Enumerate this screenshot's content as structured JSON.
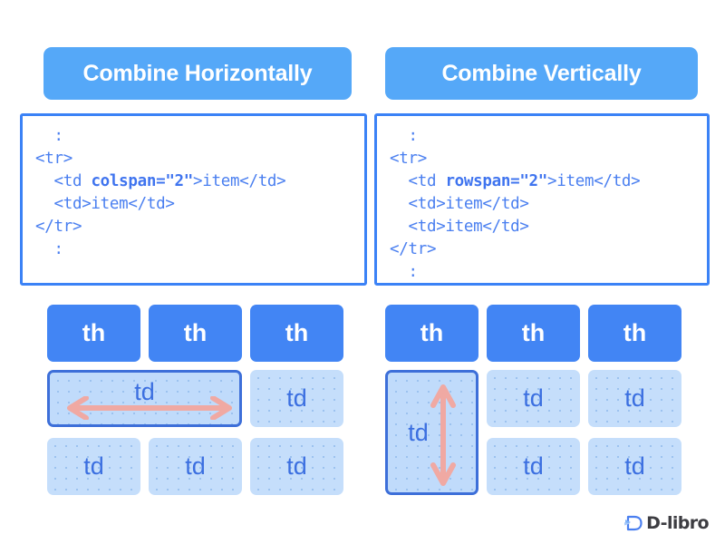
{
  "colors": {
    "title_pill": "#55a8f8",
    "code_border": "#3b82f6",
    "code_text": "#4a7ff0",
    "th_fill": "#4285f4",
    "td_fill": "#c5defb",
    "td_text": "#3b6fe0",
    "merged_border": "#3d6fd9",
    "arrow": "#f0a9a3",
    "background": "#ffffff"
  },
  "panels": [
    {
      "id": "horizontal",
      "title": "Combine Horizontally",
      "code": {
        "lines": [
          {
            "indent": "  ",
            "text": ":",
            "bold": ""
          },
          {
            "indent": "",
            "text": "<tr>",
            "bold": ""
          },
          {
            "indent": "  ",
            "pre": "<td ",
            "bold": "colspan=\"2\"",
            "post": ">item</td>"
          },
          {
            "indent": "  ",
            "text": "<td>item</td>",
            "bold": ""
          },
          {
            "indent": "",
            "text": "</tr>",
            "bold": ""
          },
          {
            "indent": "  ",
            "text": ":",
            "bold": ""
          }
        ]
      },
      "table": {
        "header_cells": [
          "th",
          "th",
          "th"
        ],
        "merged_cell": {
          "label": "td",
          "span": 2,
          "direction": "horizontal",
          "arrow": "double-horizontal-arrow"
        },
        "row2_remaining": [
          "td"
        ],
        "row3_cells": [
          "td",
          "td",
          "td"
        ]
      }
    },
    {
      "id": "vertical",
      "title": "Combine Vertically",
      "code": {
        "lines": [
          {
            "indent": "  ",
            "text": ":",
            "bold": ""
          },
          {
            "indent": "",
            "text": "<tr>",
            "bold": ""
          },
          {
            "indent": "  ",
            "pre": "<td ",
            "bold": "rowspan=\"2\"",
            "post": ">item</td>"
          },
          {
            "indent": "  ",
            "text": "<td>item</td>",
            "bold": ""
          },
          {
            "indent": "  ",
            "text": "<td>item</td>",
            "bold": ""
          },
          {
            "indent": "",
            "text": "</tr>",
            "bold": ""
          },
          {
            "indent": "  ",
            "text": ":",
            "bold": ""
          }
        ]
      },
      "table": {
        "header_cells": [
          "th",
          "th",
          "th"
        ],
        "merged_cell": {
          "label": "td",
          "span": 2,
          "direction": "vertical",
          "arrow": "double-vertical-arrow"
        },
        "row2_remaining": [
          "td",
          "td"
        ],
        "row3_cells": [
          "td",
          "td"
        ]
      }
    }
  ],
  "logo": {
    "text": "D-libro",
    "mark": "d-libro-logo-icon"
  }
}
